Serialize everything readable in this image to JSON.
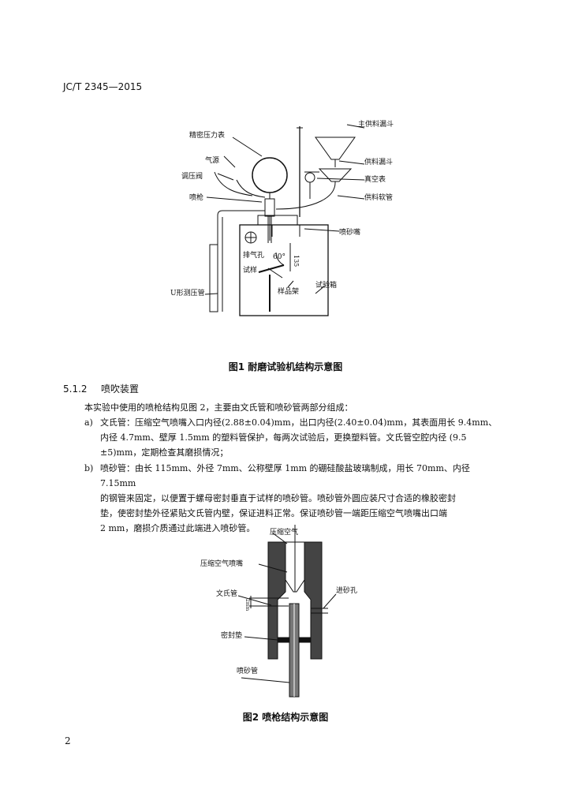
{
  "header": {
    "standard_code": "JC/T 2345—2015"
  },
  "figure1": {
    "caption": "图1   耐磨试验机结构示意图",
    "labels": {
      "pressure_gauge": "精密压力表",
      "air_source": "气源",
      "pressure_valve": "调压阀",
      "spray_gun": "喷枪",
      "main_funnel": "主供料漏斗",
      "feed_funnel": "供料漏斗",
      "vacuum_gauge": "真空表",
      "feed_hose": "供料软管",
      "sand_nozzle": "喷砂嘴",
      "exhaust_hole": "排气孔",
      "sample": "试样",
      "sample_holder": "样品架",
      "test_box": "试验箱",
      "u_manometer": "U形测压管",
      "angle": "60°",
      "distance": "135"
    }
  },
  "section": {
    "number": "5.1.2",
    "title": "喷吹装置"
  },
  "intro": "本实验中使用的喷枪结构见图 2，主要由文氏管和喷砂管两部分组成：",
  "items": [
    {
      "marker": "a)",
      "lines": [
        "文氏管：压缩空气喷嘴入口内径(2.88±0.04)mm，出口内径(2.40±0.04)mm，其表面用长 9.4mm、",
        "内径 4.7mm、壁厚 1.5mm 的塑料管保护，每两次试验后，更换塑料管。文氏管空腔内径 (9.5",
        "±5)mm，定期检查其磨损情况；"
      ]
    },
    {
      "marker": "b)",
      "lines": [
        "喷砂管：由长 115mm、外径 7mm、公称壁厚 1mm 的硼硅酸盐玻璃制成，用长 70mm、内径 7.15mm",
        "的钢管来固定，以便置于螺母密封垂直于试样的喷砂管。喷砂管外圆应装尺寸合适的橡胶密封",
        "垫，使密封垫外径紧贴文氏管内壁，保证进料正常。保证喷砂管一端距压缩空气喷嘴出口端",
        "2 mm，磨损介质通过此端进入喷砂管。"
      ]
    }
  ],
  "figure2": {
    "caption": "图2   喷枪结构示意图",
    "labels": {
      "compressed_air": "压缩空气",
      "air_nozzle": "压缩空气喷嘴",
      "venturi": "文氏管",
      "feed_hole": "进砂孔",
      "seal": "密封垫",
      "sand_tube": "喷砂管",
      "gap": "2mm"
    }
  },
  "page_number": "2"
}
